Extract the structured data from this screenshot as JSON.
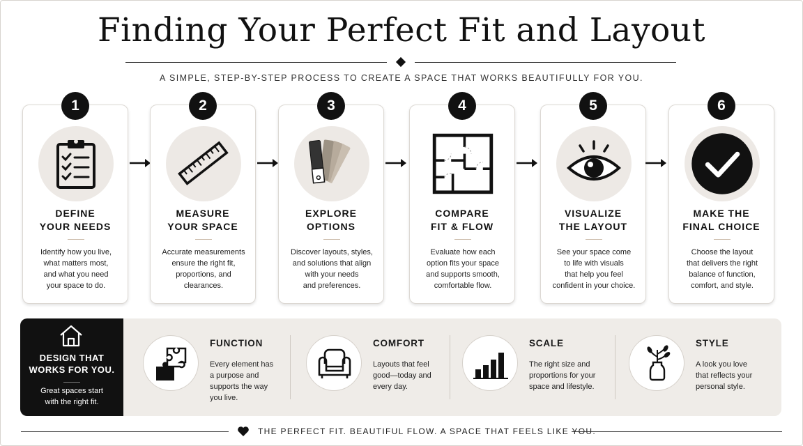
{
  "title": "Finding Your Perfect Fit and Layout",
  "subtitle": "A SIMPLE, STEP-BY-STEP PROCESS TO CREATE A SPACE THAT WORKS BEAUTIFULLY FOR YOU.",
  "steps": [
    {
      "number": "1",
      "heading": [
        "DEFINE",
        "YOUR NEEDS"
      ],
      "icon": "clipboard-checklist-icon",
      "desc": [
        "Identify how you live,",
        "what matters most,",
        "and what you need",
        "your space to do."
      ]
    },
    {
      "number": "2",
      "heading": [
        "MEASURE",
        "YOUR SPACE"
      ],
      "icon": "ruler-icon",
      "desc": [
        "Accurate measurements",
        "ensure the right fit,",
        "proportions, and",
        "clearances."
      ]
    },
    {
      "number": "3",
      "heading": [
        "EXPLORE",
        "OPTIONS"
      ],
      "icon": "color-swatch-icon",
      "desc": [
        "Discover layouts, styles,",
        "and solutions that align",
        "with your needs",
        "and preferences."
      ]
    },
    {
      "number": "4",
      "heading": [
        "COMPARE",
        "FIT & FLOW"
      ],
      "icon": "floor-plan-icon",
      "desc": [
        "Evaluate how each",
        "option fits your space",
        "and supports smooth,",
        "comfortable flow."
      ]
    },
    {
      "number": "5",
      "heading": [
        "VISUALIZE",
        "THE LAYOUT"
      ],
      "icon": "eye-icon",
      "desc": [
        "See your space come",
        "to life with visuals",
        "that help you feel",
        "confident in your choice."
      ]
    },
    {
      "number": "6",
      "heading": [
        "MAKE THE",
        "FINAL CHOICE"
      ],
      "icon": "checkmark-circle-icon",
      "desc": [
        "Choose the layout",
        "that delivers the right",
        "balance of function,",
        "comfort, and style."
      ]
    }
  ],
  "panel": {
    "title": [
      "DESIGN THAT",
      "WORKS FOR YOU."
    ],
    "text": [
      "Great spaces start",
      "with the right fit."
    ],
    "icon": "house-icon"
  },
  "features": [
    {
      "title": "FUNCTION",
      "icon": "puzzle-icon",
      "text": [
        "Every element has",
        "a purpose and",
        "supports the way",
        "you live."
      ]
    },
    {
      "title": "COMFORT",
      "icon": "armchair-icon",
      "text": [
        "Layouts that feel",
        "good—today and",
        "every day."
      ]
    },
    {
      "title": "SCALE",
      "icon": "bar-chart-icon",
      "text": [
        "The right size and",
        "proportions for your",
        "space and lifestyle."
      ]
    },
    {
      "title": "STYLE",
      "icon": "vase-icon",
      "text": [
        "A look you love",
        "that reflects your",
        "personal style."
      ]
    }
  ],
  "footer": "THE PERFECT FIT.  BEAUTIFUL FLOW.  A SPACE THAT FEELS LIKE YOU.",
  "colors": {
    "accent": "#111111",
    "panel_bg": "#efece8",
    "icon_bg": "#ede9e5",
    "divider": "#c9b9a6"
  }
}
